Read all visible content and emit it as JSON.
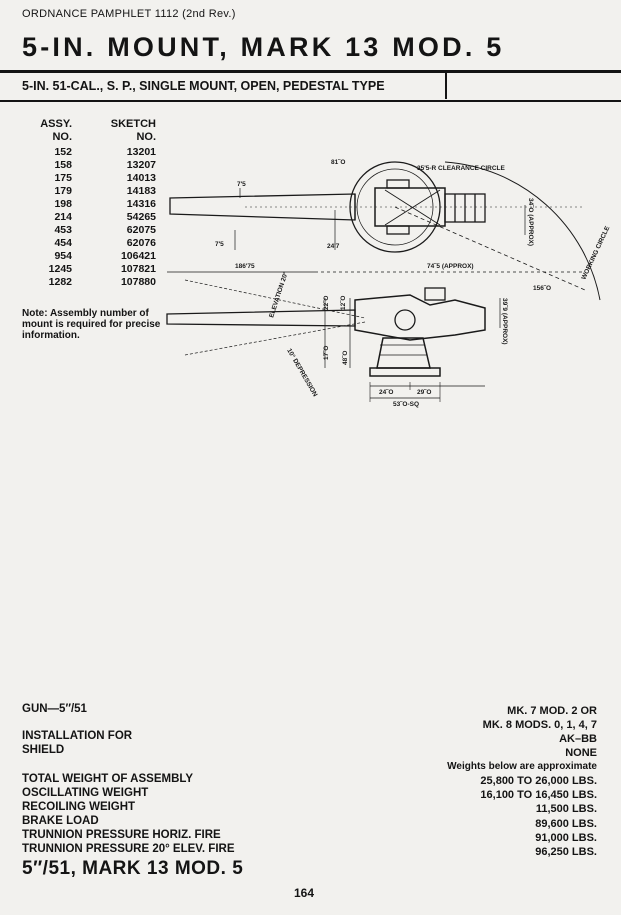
{
  "header": {
    "pamphlet": "ORDNANCE PAMPHLET 1112 (2nd Rev.)",
    "title": "5-IN. MOUNT, MARK 13 MOD. 5",
    "subtitle": "5-IN. 51-CAL., S. P., SINGLE MOUNT, OPEN, PEDESTAL TYPE"
  },
  "assembly_table": {
    "col1_header_line1": "ASSY.",
    "col1_header_line2": "NO.",
    "col2_header_line1": "SKETCH",
    "col2_header_line2": "NO.",
    "rows": [
      [
        "152",
        "13201"
      ],
      [
        "158",
        "13207"
      ],
      [
        "175",
        "14013"
      ],
      [
        "179",
        "14183"
      ],
      [
        "198",
        "14316"
      ],
      [
        "214",
        "54265"
      ],
      [
        "453",
        "62075"
      ],
      [
        "454",
        "62076"
      ],
      [
        "954",
        "106421"
      ],
      [
        "1245",
        "107821"
      ],
      [
        "1282",
        "107880"
      ]
    ]
  },
  "note": "Note: Assembly number of mount is required for precise information.",
  "drawing_labels": {
    "circle_81": "81˝O",
    "clearance": "35'5-R CLEARANCE CIRCLE",
    "dim_7_5_top": "7'5",
    "dim_7_5_left": "7'5",
    "dim_24_7": "24'7",
    "dim_34": "34˝O (APPROX)",
    "working_circle": "WORKING CIRCLE",
    "dim_186": "186'75",
    "dim_74": "74˝5 (APPROX)",
    "dim_156": "156˝O",
    "elevation": "ELEVATION 20°",
    "dim_22": "22˝O",
    "dim_12": "12˝O",
    "dim_17": "17˝O",
    "dim_48": "48˝O",
    "dim_39": "39˝9 (APPROX)",
    "depression": "10° DEPRESSION",
    "dim_24b": "24˝O",
    "dim_29": "29˝O",
    "dim_53": "53˝O-SQ"
  },
  "specs": {
    "gun_label": "GUN—5″/51",
    "gun_value_1": "MK. 7 MOD. 2 OR",
    "gun_value_2": "MK. 8 MODS. 0, 1, 4, 7",
    "install_label_1": "INSTALLATION FOR",
    "install_value": "AK–BB",
    "shield_label": "SHIELD",
    "shield_value": "NONE",
    "weights_note": "Weights below are approximate",
    "weights": [
      {
        "label": "TOTAL WEIGHT OF ASSEMBLY",
        "value": "25,800 TO 26,000 LBS."
      },
      {
        "label": "OSCILLATING WEIGHT",
        "value": "16,100 TO 16,450 LBS."
      },
      {
        "label": "RECOILING WEIGHT",
        "value": "11,500 LBS."
      },
      {
        "label": "BRAKE LOAD",
        "value": "89,600 LBS."
      },
      {
        "label": "TRUNNION PRESSURE HORIZ. FIRE",
        "value": "91,000 LBS."
      },
      {
        "label": "TRUNNION PRESSURE 20° ELEV. FIRE",
        "value": "96,250 LBS."
      }
    ]
  },
  "footer": {
    "bottom_title": "5″/51, MARK 13 MOD. 5",
    "page_number": "164"
  }
}
